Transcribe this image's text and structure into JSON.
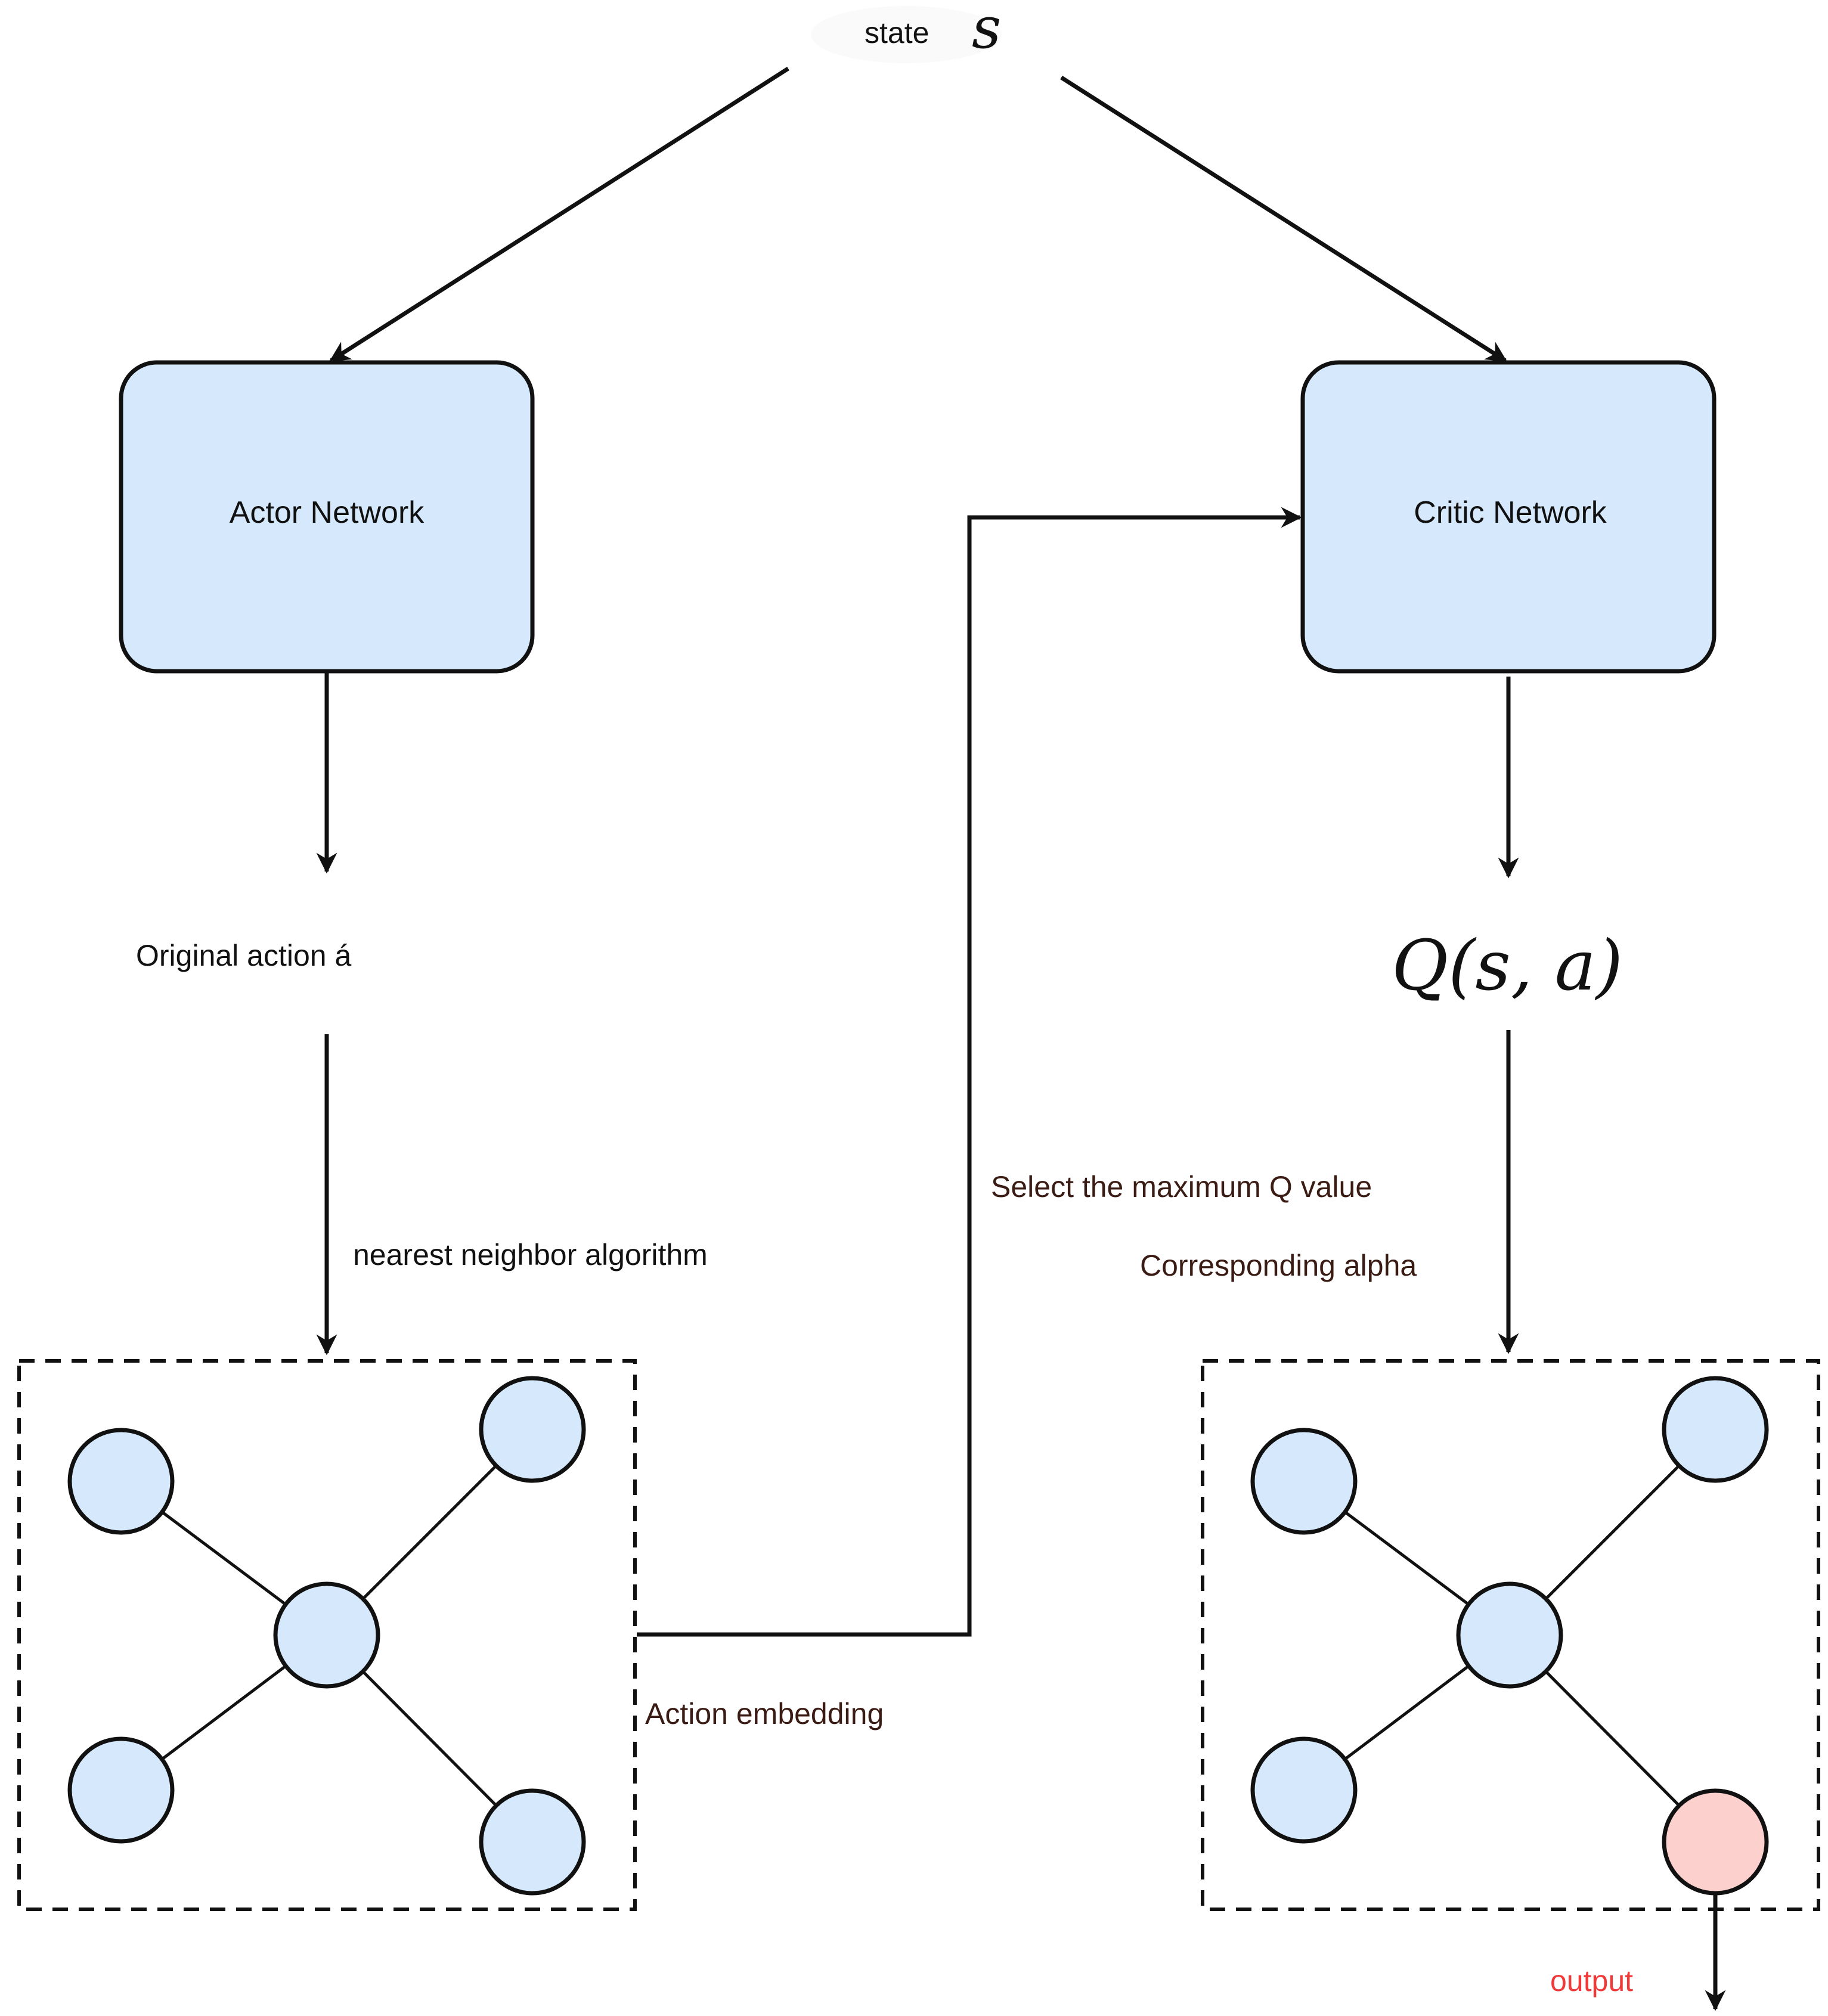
{
  "state": {
    "label": "state",
    "symbol": "s"
  },
  "actor": {
    "label": "Actor Network"
  },
  "critic": {
    "label": "Critic Network"
  },
  "original_action": {
    "label": "Original action á"
  },
  "q_value": {
    "label": "Q(s, a)"
  },
  "edges": {
    "nearest_neighbor": "nearest neighbor algorithm",
    "action_embedding": "Action embedding",
    "select_max_q": "Select the maximum Q value",
    "corresponding_alpha": "Corresponding alpha",
    "output": "output"
  },
  "colors": {
    "node_fill": "#d6e8fb",
    "selected_node_fill": "#fcd0cd",
    "output_text": "#f03a3a",
    "stroke": "#111111"
  }
}
